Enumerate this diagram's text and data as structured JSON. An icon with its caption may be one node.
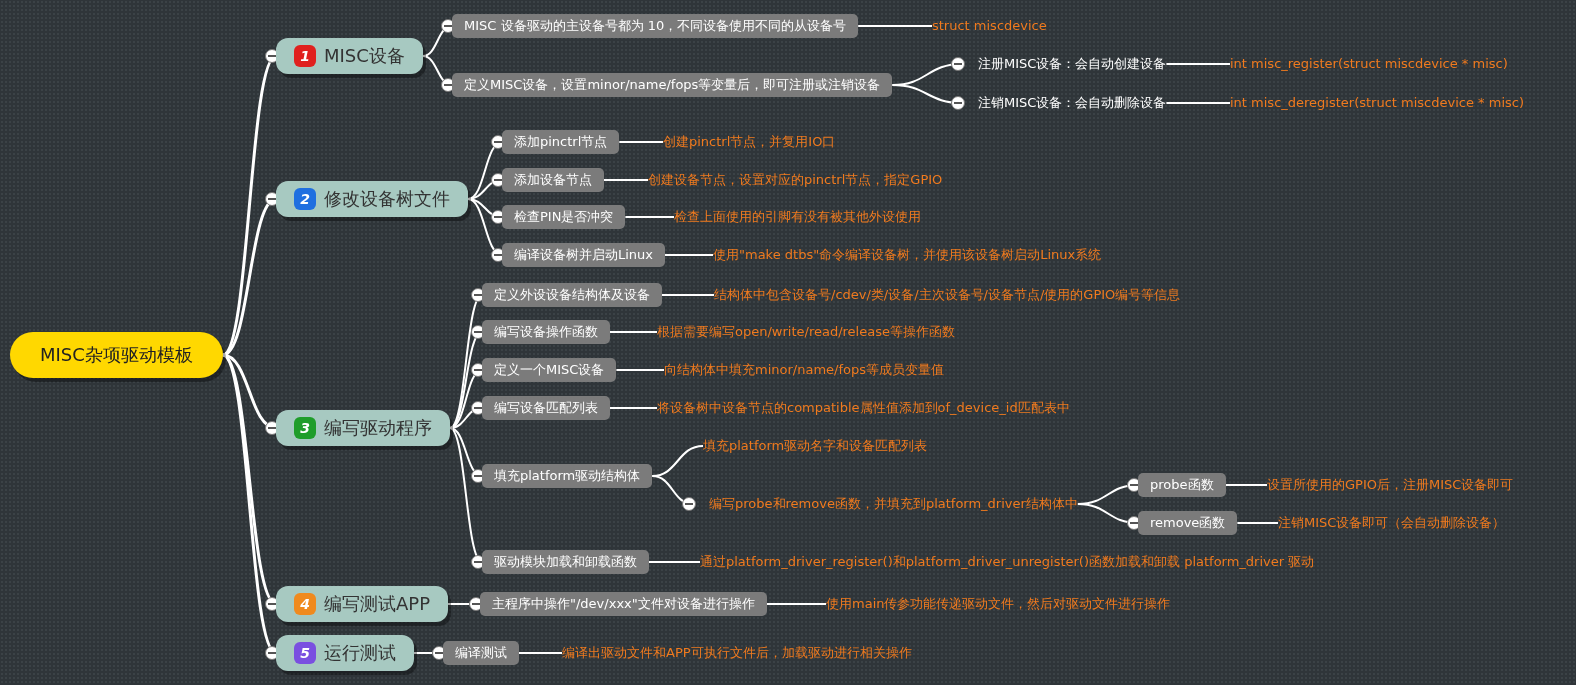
{
  "diagram": {
    "nodes": [
      {
        "text": [
          "MISC杂项驱动模板"
        ]
      },
      {
        "text": [
          "1",
          "MISC设备"
        ]
      },
      {
        "text": [
          "MISC 设备驱动的主设备号都为 10，不同设备使用不同的从设备号"
        ]
      },
      {
        "text": [
          "struct miscdevice"
        ]
      },
      {
        "text": [
          "定义MISC设备，设置minor/name/fops等变量后，即可注册或注销设备"
        ]
      },
      {
        "text": [
          "注册MISC设备：会自动创建设备"
        ]
      },
      {
        "text": [
          "int misc_register(struct miscdevice * misc)"
        ]
      },
      {
        "text": [
          "注销MISC设备：会自动删除设备"
        ]
      },
      {
        "text": [
          "int misc_deregister(struct miscdevice * misc)"
        ]
      },
      {
        "text": [
          "2",
          "修改设备树文件"
        ]
      },
      {
        "text": [
          "添加pinctrl节点"
        ]
      },
      {
        "text": [
          "创建pinctrl节点，并复用IO口"
        ]
      },
      {
        "text": [
          "添加设备节点"
        ]
      },
      {
        "text": [
          "创建设备节点，设置对应的pinctrl节点，指定GPIO"
        ]
      },
      {
        "text": [
          "检查PIN是否冲突"
        ]
      },
      {
        "text": [
          "检查上面使用的引脚有没有被其他外设使用"
        ]
      },
      {
        "text": [
          "编译设备树并启动Linux"
        ]
      },
      {
        "text": [
          "使用\"make dtbs\"命令编译设备树，并使用该设备树启动Linux系统"
        ]
      },
      {
        "text": [
          "3",
          "编写驱动程序"
        ]
      },
      {
        "text": [
          "定义外设设备结构体及设备"
        ]
      },
      {
        "text": [
          "结构体中包含设备号/cdev/类/设备/主次设备号/设备节点/使用的GPIO编号等信息"
        ]
      },
      {
        "text": [
          "编写设备操作函数"
        ]
      },
      {
        "text": [
          "根据需要编写open/write/read/release等操作函数"
        ]
      },
      {
        "text": [
          "定义一个MISC设备"
        ]
      },
      {
        "text": [
          "向结构体中填充minor/name/fops等成员变量值"
        ]
      },
      {
        "text": [
          "编写设备匹配列表"
        ]
      },
      {
        "text": [
          "将设备树中设备节点的compatible属性值添加到of_device_id匹配表中"
        ]
      },
      {
        "text": [
          "填充platform驱动结构体"
        ]
      },
      {
        "text": [
          "填充platform驱动名字和设备匹配列表"
        ]
      },
      {
        "text": [
          "编写probe和remove函数，并填充到platform_driver结构体中"
        ]
      },
      {
        "text": [
          "probe函数"
        ]
      },
      {
        "text": [
          "设置所使用的GPIO后，注册MISC设备即可"
        ]
      },
      {
        "text": [
          "remove函数"
        ]
      },
      {
        "text": [
          "注销MISC设备即可（会自动删除设备）"
        ]
      },
      {
        "text": [
          "驱动模块加载和卸载函数"
        ]
      },
      {
        "text": [
          "通过platform_driver_register()和platform_driver_unregister()函数加载和卸载 platform_driver 驱动"
        ]
      },
      {
        "text": [
          "4",
          "编写测试APP"
        ]
      },
      {
        "text": [
          "主程序中操作\"/dev/xxx\"文件对设备进行操作"
        ]
      },
      {
        "text": [
          "使用main传参功能传递驱动文件，然后对驱动文件进行操作"
        ]
      },
      {
        "text": [
          "5",
          "运行测试"
        ]
      },
      {
        "text": [
          "编译测试"
        ]
      },
      {
        "text": [
          "编译出驱动文件和APP可执行文件后，加载驱动进行相关操作"
        ]
      }
    ],
    "edges": [
      {
        "from": 0,
        "to": 1,
        "arrow": "other"
      },
      {
        "from": 1,
        "to": 2,
        "arrow": "other"
      },
      {
        "from": 2,
        "to": 3,
        "arrow": "none"
      },
      {
        "from": 1,
        "to": 4,
        "arrow": "other"
      },
      {
        "from": 4,
        "to": 5,
        "arrow": "other"
      },
      {
        "from": 5,
        "to": 6,
        "arrow": "none"
      },
      {
        "from": 4,
        "to": 7,
        "arrow": "other"
      },
      {
        "from": 7,
        "to": 8,
        "arrow": "none"
      },
      {
        "from": 0,
        "to": 9,
        "arrow": "other"
      },
      {
        "from": 9,
        "to": 10,
        "arrow": "other"
      },
      {
        "from": 10,
        "to": 11,
        "arrow": "none"
      },
      {
        "from": 9,
        "to": 12,
        "arrow": "other"
      },
      {
        "from": 12,
        "to": 13,
        "arrow": "none"
      },
      {
        "from": 9,
        "to": 14,
        "arrow": "other"
      },
      {
        "from": 14,
        "to": 15,
        "arrow": "none"
      },
      {
        "from": 9,
        "to": 16,
        "arrow": "other"
      },
      {
        "from": 16,
        "to": 17,
        "arrow": "none"
      },
      {
        "from": 0,
        "to": 18,
        "arrow": "other"
      },
      {
        "from": 18,
        "to": 19,
        "arrow": "other"
      },
      {
        "from": 19,
        "to": 20,
        "arrow": "none"
      },
      {
        "from": 18,
        "to": 21,
        "arrow": "other"
      },
      {
        "from": 21,
        "to": 22,
        "arrow": "none"
      },
      {
        "from": 18,
        "to": 23,
        "arrow": "other"
      },
      {
        "from": 23,
        "to": 24,
        "arrow": "none"
      },
      {
        "from": 18,
        "to": 25,
        "arrow": "other"
      },
      {
        "from": 25,
        "to": 26,
        "arrow": "none"
      },
      {
        "from": 18,
        "to": 27,
        "arrow": "other"
      },
      {
        "from": 27,
        "to": 28,
        "arrow": "none"
      },
      {
        "from": 27,
        "to": 29,
        "arrow": "other"
      },
      {
        "from": 29,
        "to": 30,
        "arrow": "other"
      },
      {
        "from": 30,
        "to": 31,
        "arrow": "none"
      },
      {
        "from": 29,
        "to": 32,
        "arrow": "other"
      },
      {
        "from": 32,
        "to": 33,
        "arrow": "none"
      },
      {
        "from": 18,
        "to": 34,
        "arrow": "other"
      },
      {
        "from": 34,
        "to": 35,
        "arrow": "none"
      },
      {
        "from": 0,
        "to": 36,
        "arrow": "other"
      },
      {
        "from": 36,
        "to": 37,
        "arrow": "other"
      },
      {
        "from": 37,
        "to": 38,
        "arrow": "none"
      },
      {
        "from": 0,
        "to": 39,
        "arrow": "other"
      },
      {
        "from": 39,
        "to": 40,
        "arrow": "other"
      },
      {
        "from": 40,
        "to": 41,
        "arrow": "none"
      }
    ]
  }
}
